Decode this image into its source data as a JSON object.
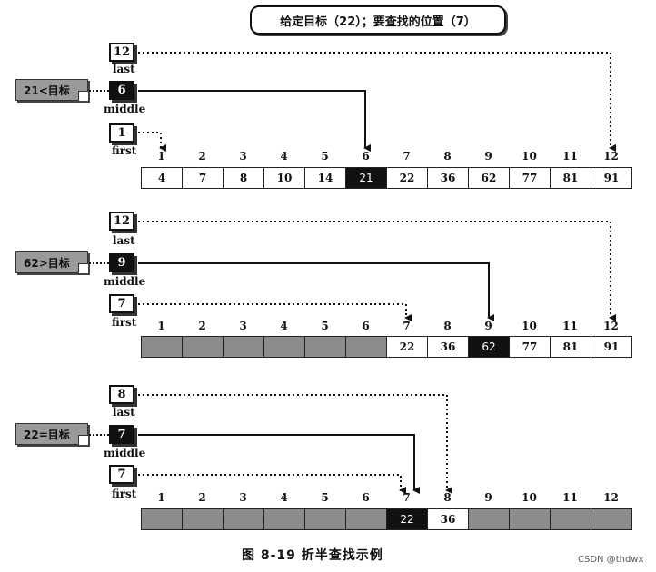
{
  "title": "给定目标（22）；要查找的位置（7）",
  "pointer_labels": {
    "last": "last",
    "middle": "middle",
    "first": "first"
  },
  "indices": [
    "1",
    "2",
    "3",
    "4",
    "5",
    "6",
    "7",
    "8",
    "9",
    "10",
    "11",
    "12"
  ],
  "steps": [
    {
      "condition": "21<目标",
      "last": "12",
      "middle": "6",
      "first": "1",
      "values": [
        "4",
        "7",
        "8",
        "10",
        "14",
        "21",
        "22",
        "36",
        "62",
        "77",
        "81",
        "91"
      ],
      "highlight": 5
    },
    {
      "condition": "62>目标",
      "last": "12",
      "middle": "9",
      "first": "7",
      "values": [
        "",
        "",
        "",
        "",
        "",
        "",
        "22",
        "36",
        "62",
        "77",
        "81",
        "91"
      ],
      "highlight": 8
    },
    {
      "condition": "22=目标",
      "last": "8",
      "middle": "7",
      "first": "7",
      "values": [
        "",
        "",
        "",
        "",
        "",
        "",
        "22",
        "36",
        "",
        "",
        "",
        ""
      ],
      "highlight": 6
    }
  ],
  "caption": "图 8-19   折半查找示例",
  "watermark": "CSDN @thdwx"
}
